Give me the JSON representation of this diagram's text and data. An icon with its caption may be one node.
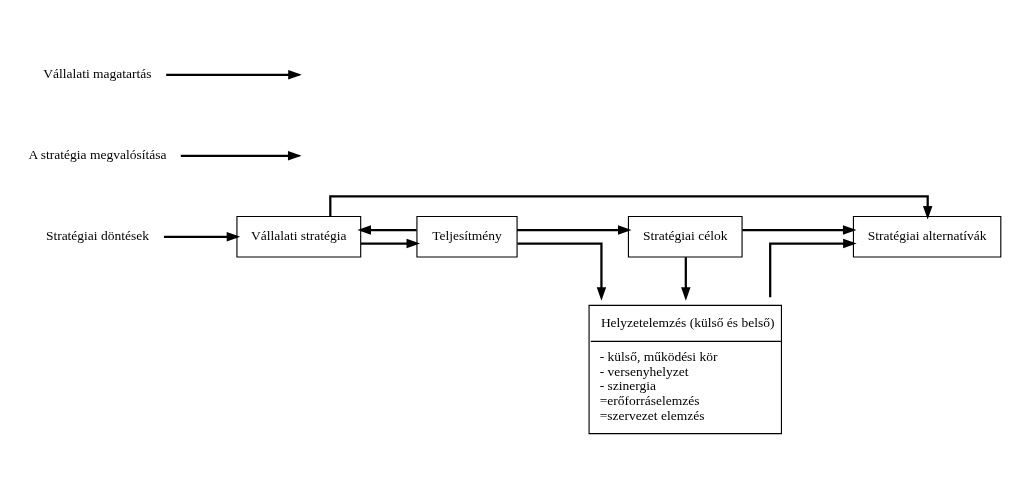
{
  "diagram": {
    "nodes": [
      {
        "text": [
          "Helyzetelemzés (külső és belső)",
          "- külső, működési kör",
          "- versenyhelyzet",
          "- szinergia",
          "=erőforráselemzés",
          "=szervezet elemzés"
        ]
      },
      {
        "text": [
          "Stratégiai alternatívák"
        ]
      },
      {
        "text": [
          "Vállalati stratégia"
        ]
      },
      {
        "text": [
          "Teljesítmény"
        ]
      },
      {
        "text": [
          "Stratégiai célok"
        ]
      },
      {
        "text": [
          "Stratégiai döntések"
        ]
      },
      {
        "text": [
          "A stratégia megvalósítása"
        ]
      },
      {
        "text": [
          "Vállalati magatartás"
        ]
      }
    ],
    "edges": [
      {
        "from": 0,
        "to": 1,
        "arrow": "to"
      },
      {
        "from": 2,
        "to": 1,
        "arrow": "to"
      },
      {
        "from": 2,
        "to": 3,
        "arrow": "to"
      },
      {
        "from": 5,
        "to": 2,
        "arrow": "to"
      },
      {
        "from": 6,
        "to": null,
        "arrow": "to"
      },
      {
        "from": 7,
        "to": null,
        "arrow": "to"
      },
      {
        "from": 4,
        "to": 0,
        "arrow": "to"
      },
      {
        "from": 4,
        "to": 1,
        "arrow": "to"
      },
      {
        "from": 3,
        "to": 0,
        "arrow": "to"
      },
      {
        "from": 3,
        "to": 4,
        "arrow": "to"
      },
      {
        "from": 3,
        "to": 2,
        "arrow": "to"
      }
    ]
  }
}
